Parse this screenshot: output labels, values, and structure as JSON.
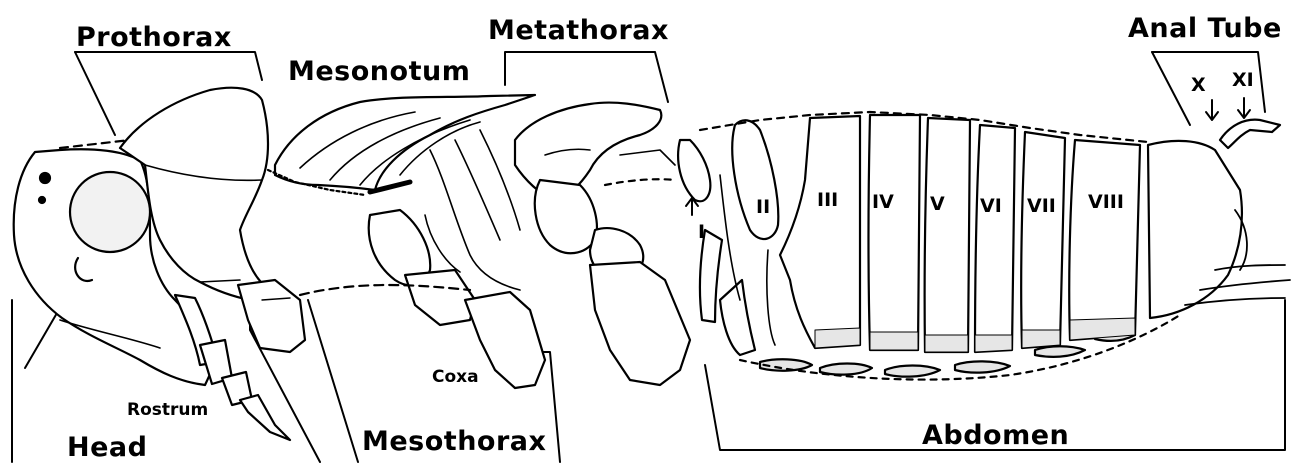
{
  "labels": {
    "prothorax": "Prothorax",
    "metathorax": "Metathorax",
    "mesonotum": "Mesonotum",
    "anal_tube": "Anal Tube",
    "rostrum": "Rostrum",
    "coxa": "Coxa",
    "head": "Head",
    "mesothorax": "Mesothorax",
    "abdomen": "Abdomen"
  },
  "segments": [
    "I",
    "II",
    "III",
    "IV",
    "V",
    "VI",
    "VII",
    "VIII",
    "X",
    "XI"
  ],
  "colors": {
    "ink": "#000000",
    "paper": "#ffffff",
    "stipple": "#e6e6e6"
  }
}
